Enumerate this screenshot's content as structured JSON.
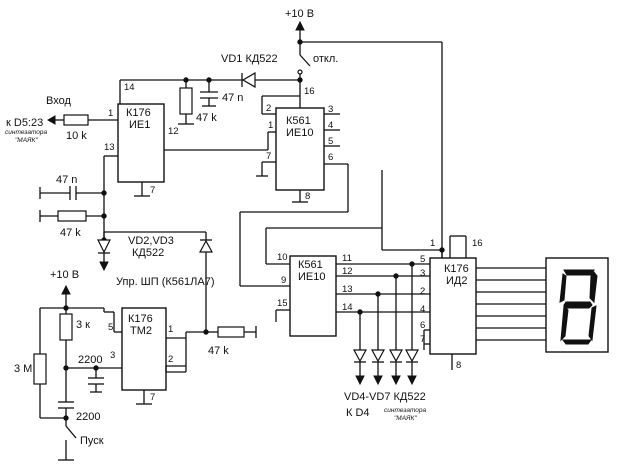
{
  "supply": {
    "top": "+10 В",
    "left": "+10 В"
  },
  "labels": {
    "vd1": "VD1 КД522",
    "switch_off": "откл.",
    "input": "Вход",
    "to_d5_23": "к D5:23",
    "synth_note_1": "синтезатора",
    "synth_name_1": "\"МАЯК\"",
    "r_10k": "10 k",
    "r_47k_top": "47 k",
    "c_47n_top": "47 n",
    "c_47n_left": "47 n",
    "r_47k_left": "47 k",
    "vd23": "VD2,VD3",
    "vd23_type": "КД522",
    "control": "Упр. ШП (К561ЛА7)",
    "r_3k": "3 к",
    "c_2200_a": "2200",
    "c_2200_b": "2200",
    "r_3m": "3 М",
    "r_47k_bot": "47 k",
    "start": "Пуск",
    "vd47": "VD4-VD7 КД522",
    "to_d4": "К D4",
    "synth_note_2": "синтезатора",
    "synth_name_2": "\"МАЯК\""
  },
  "chips": {
    "ie1": {
      "series": "К176",
      "type": "ИЕ1",
      "pins": [
        "14",
        "1",
        "13",
        "12",
        "7"
      ]
    },
    "ie10a": {
      "series": "К561",
      "type": "ИЕ10",
      "pins": [
        "16",
        "2",
        "1",
        "7",
        "8",
        "3",
        "4",
        "5",
        "6"
      ]
    },
    "ie10b": {
      "series": "К561",
      "type": "ИЕ10",
      "pins": [
        "10",
        "9",
        "15",
        "11",
        "12",
        "13",
        "14"
      ]
    },
    "id2": {
      "series": "К176",
      "type": "ИД2",
      "pins": [
        "1",
        "16",
        "5",
        "3",
        "2",
        "4",
        "6",
        "7",
        "8"
      ]
    },
    "tm2": {
      "series": "К176",
      "type": "ТМ2",
      "pins": [
        "5",
        "1",
        "3",
        "2",
        "7"
      ]
    }
  }
}
